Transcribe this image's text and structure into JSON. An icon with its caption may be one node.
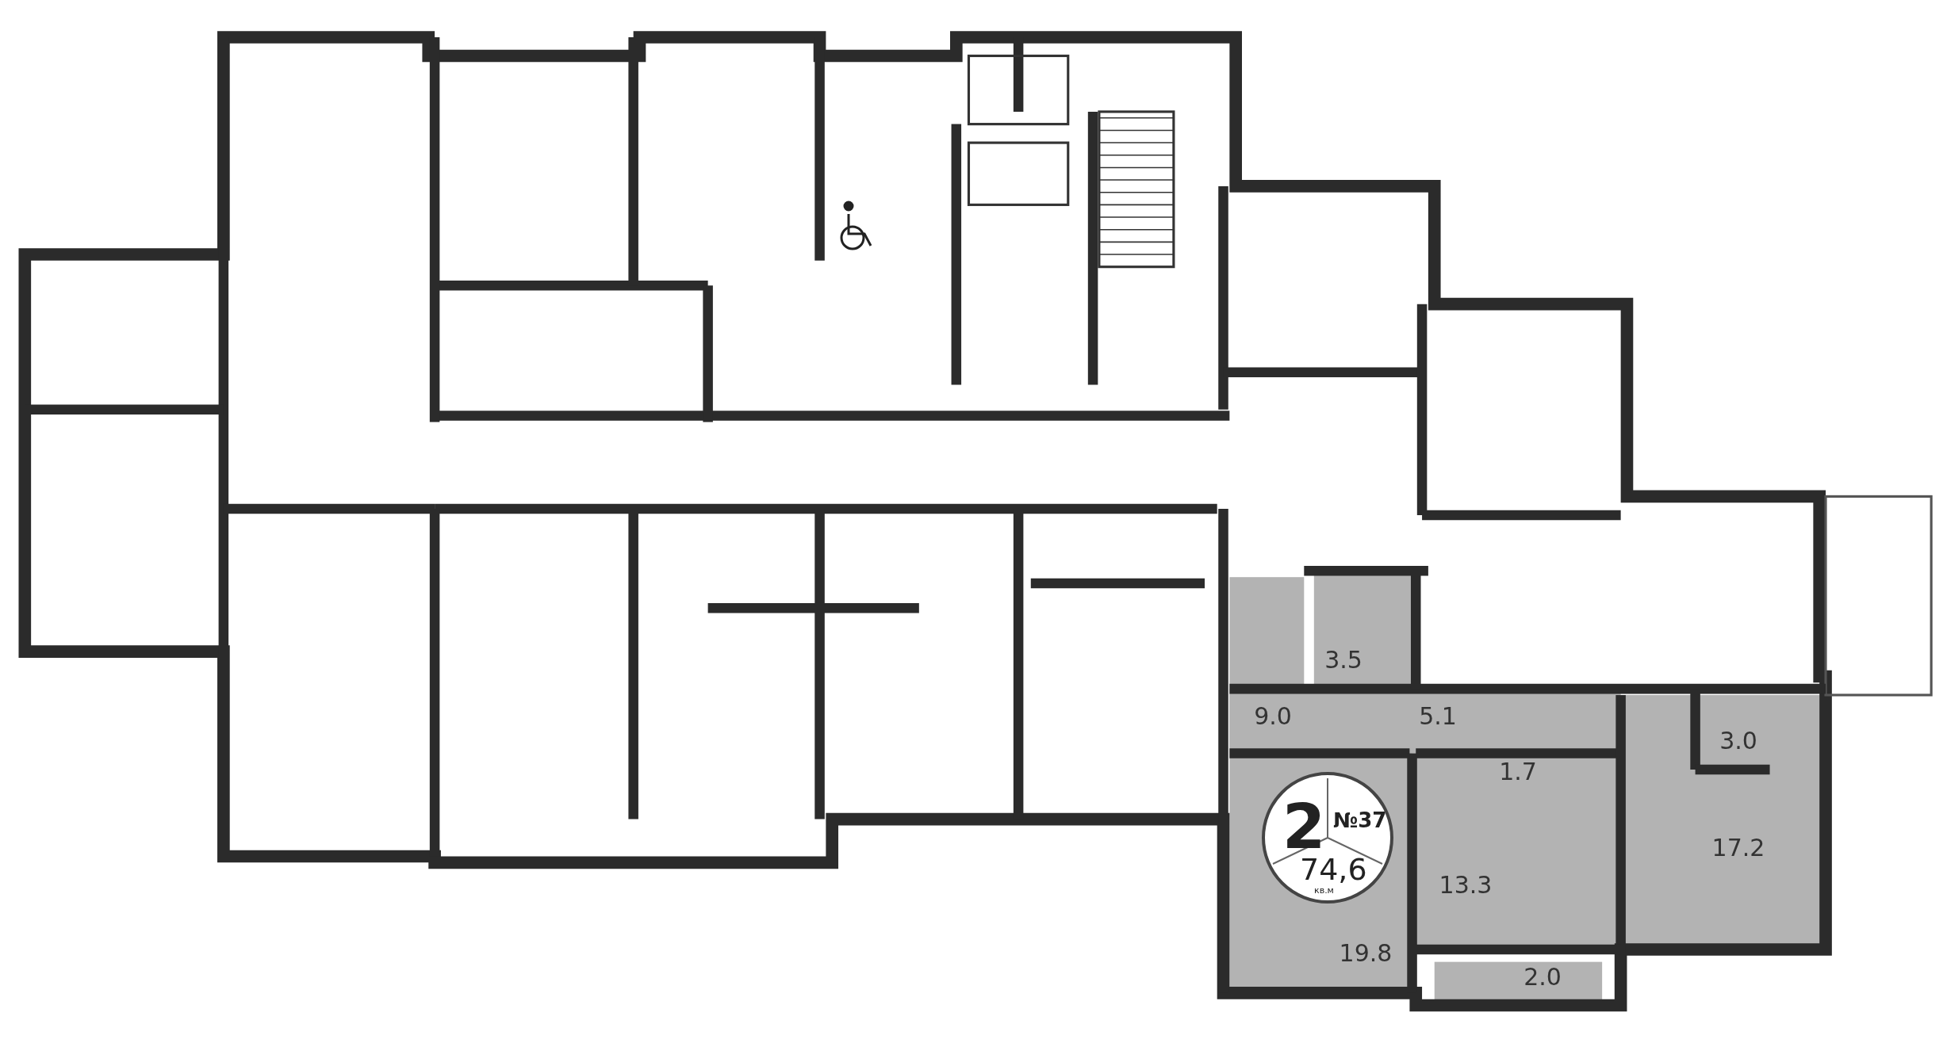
{
  "diagram": {
    "nodes": [
      {
        "text": [
          "2",
          "№37",
          "74,6",
          "кв.м"
        ]
      }
    ],
    "labels": [
      "3.5",
      "9.0",
      "5.1",
      "3.0",
      "1.7",
      "17.2",
      "13.3",
      "19.8",
      "2.0"
    ]
  }
}
